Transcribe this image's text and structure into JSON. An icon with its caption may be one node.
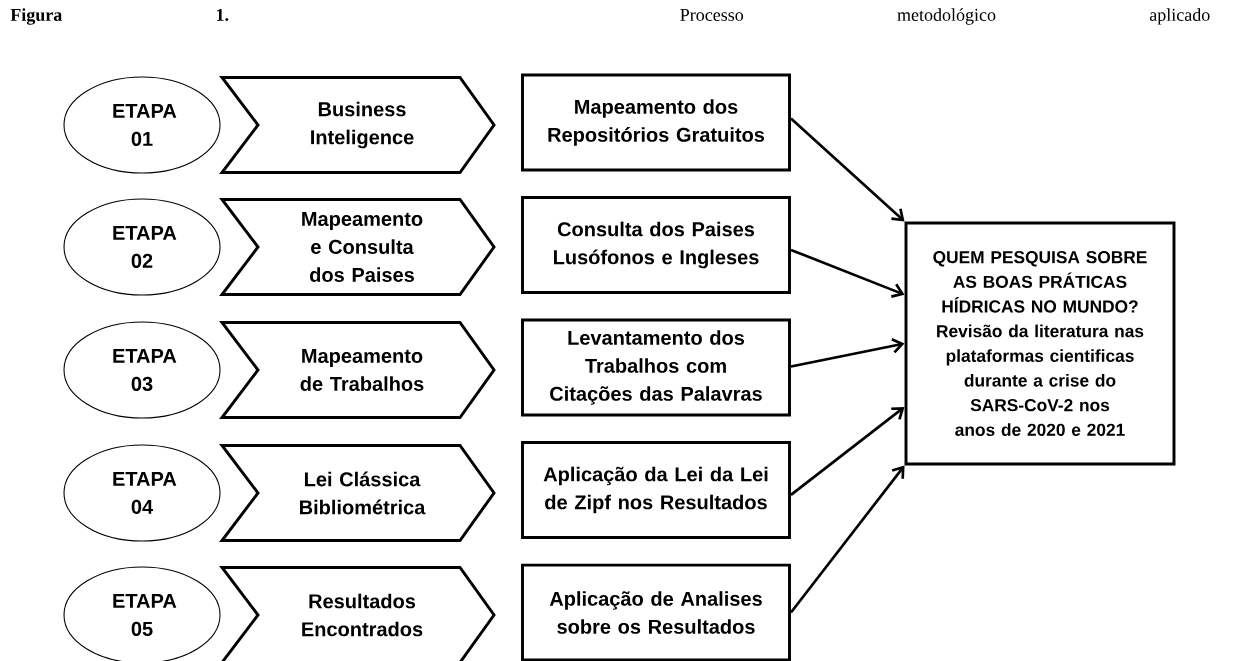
{
  "diagram": {
    "title": "**Figura 1.** Processo metodológico aplicado",
    "nodes": [
      {
        "text": [
          "ETAPA 01"
        ]
      },
      {
        "text": [
          "Business Inteligence"
        ]
      },
      {
        "text": [
          "Mapeamento dos Repositórios Gratuitos"
        ]
      },
      {
        "text": [
          "ETAPA 02"
        ]
      },
      {
        "text": [
          "Mapeamento e Consulta dos Paises"
        ]
      },
      {
        "text": [
          "Consulta dos Paises Lusófonos e Ingleses"
        ]
      },
      {
        "text": [
          "ETAPA 03"
        ]
      },
      {
        "text": [
          "Mapeamento de Trabalhos"
        ]
      },
      {
        "text": [
          "Levantamento dos Trabalhos com Citações das Palavras"
        ]
      },
      {
        "text": [
          "ETAPA 04"
        ]
      },
      {
        "text": [
          "Lei Clássica Bibliométrica"
        ]
      },
      {
        "text": [
          "Aplicação da Lei da Lei de Zipf nos Resultados"
        ]
      },
      {
        "text": [
          "ETAPA 05"
        ]
      },
      {
        "text": [
          "Resultados Encontrados"
        ]
      },
      {
        "text": [
          "Aplicação de Analises sobre os Resultados"
        ]
      },
      {
        "text": [
          "QUEM PESQUISA SOBRE AS BOAS PRÁTICAS HÍDRICAS NO MUNDO?",
          "Revisão da literatura nas plataformas cientificas durante a crise do SARS-CoV-2 nos anos de 2020 e 2021"
        ]
      }
    ],
    "edges": [
      {
        "from": 2,
        "to": 15,
        "arrow": "to"
      },
      {
        "from": 5,
        "to": 15,
        "arrow": "to"
      },
      {
        "from": 8,
        "to": 15,
        "arrow": "to"
      },
      {
        "from": 11,
        "to": 15,
        "arrow": "to"
      },
      {
        "from": 14,
        "to": 15,
        "arrow": "to"
      }
    ]
  }
}
